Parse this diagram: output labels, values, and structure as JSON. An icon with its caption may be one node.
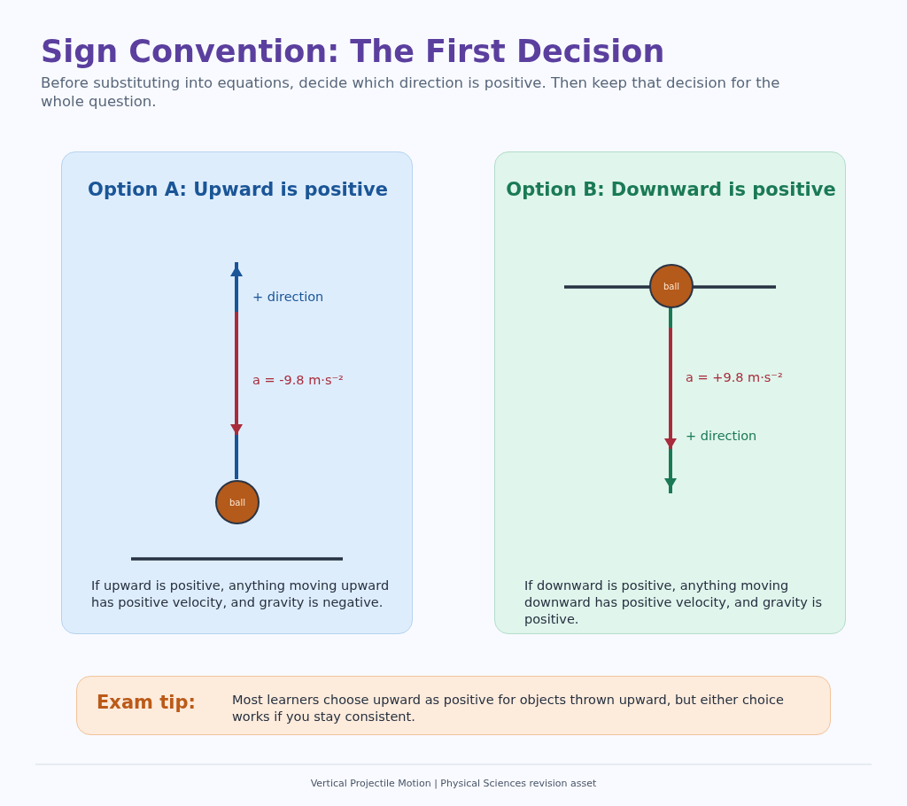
{
  "diagram": {
    "title": "Sign Convention: The First Decision",
    "caption": "Vertical Projectile Motion | Physical Sciences revision asset",
    "nodes": [
      {
        "text": [
          "Option A: Upward is positive",
          "If upward is positive, anything moving upward has positive velocity, and gravity is negative."
        ]
      },
      {
        "text": [
          "Option B: Downward is positive",
          "If downward is positive, anything moving downward has positive velocity, and gravity is positive."
        ]
      },
      {
        "text": [
          "ball"
        ],
        "in": 0
      },
      {
        "text": [
          "ball"
        ],
        "in": 1
      },
      {
        "text": [
          "Exam tip:",
          "Most learners choose upward as positive for objects thrown upward, but either choice works if you stay consistent."
        ]
      }
    ],
    "labels": [
      "Before substituting into equations, decide which direction is positive. Then keep that decision for the whole question.",
      "+ direction",
      "a = -9.8 m·s⁻²",
      "a = +9.8 m·s⁻²",
      "+ direction"
    ]
  }
}
